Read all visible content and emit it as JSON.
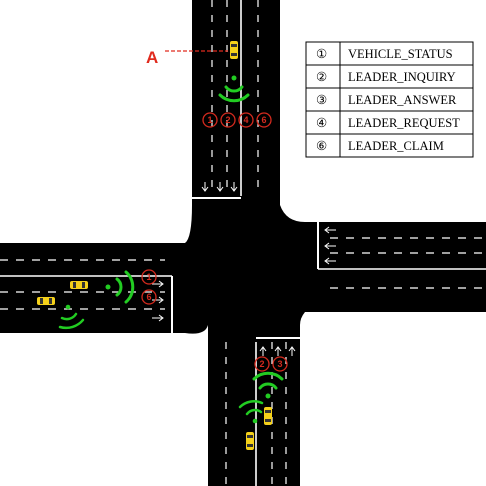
{
  "marker": {
    "label": "A"
  },
  "legend": {
    "items": [
      {
        "symbol": "①",
        "label": "VEHICLE_STATUS"
      },
      {
        "symbol": "②",
        "label": "LEADER_INQUIRY"
      },
      {
        "symbol": "③",
        "label": "LEADER_ANSWER"
      },
      {
        "symbol": "④",
        "label": "LEADER_REQUEST"
      },
      {
        "symbol": "⑥",
        "label": "LEADER_CLAIM"
      }
    ]
  },
  "message_groups": {
    "north": [
      "1",
      "2",
      "4",
      "6"
    ],
    "west": [
      "1",
      "6"
    ],
    "south": [
      "2",
      "3"
    ]
  },
  "colors": {
    "road": "#000000",
    "lane_mark": "#ffffff",
    "vehicle": "#f5d11a",
    "signal": "#22cc22",
    "badge": "#d42a1e",
    "marker": "#e02a1d"
  }
}
